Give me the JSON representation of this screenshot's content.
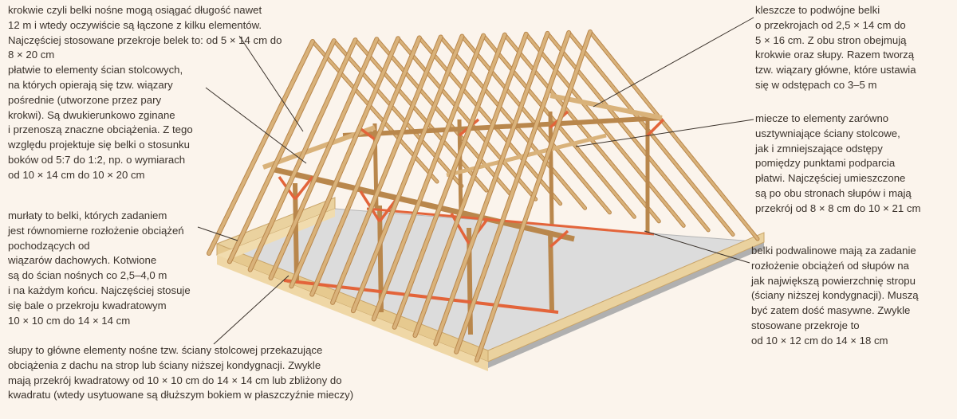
{
  "colors": {
    "background": "#fbf4ec",
    "timber": "#d9b27a",
    "timber_dark": "#b9874c",
    "brace": "#e3643a",
    "slab": "#c6c6c6",
    "wall": "#e9cf9d",
    "leader": "#3a322b"
  },
  "annotations": {
    "krokwie": {
      "lines": [
        "krokwie czyli belki nośne mogą osiągać długość nawet",
        "12 m i wtedy oczywiście są łączone z kilku elementów.",
        "Najczęściej stosowane przekroje belek to: od 5 × 14 cm do",
        "8 × 20 cm"
      ]
    },
    "platwie": {
      "lines": [
        "płatwie to elementy ścian stolcowych,",
        "na których opierają się tzw. wiązary",
        "pośrednie (utworzone przez pary",
        "krokwi). Są dwukierunkowo zginane",
        "i przenoszą znaczne obciążenia. Z tego",
        "względu projektuje się belki o stosunku",
        "boków od 5:7 do 1:2, np. o wymiarach",
        "od 10 × 14 cm do 10 × 20 cm"
      ]
    },
    "murlaty": {
      "lines": [
        "murłaty to belki, których zadaniem",
        "jest równomierne rozłożenie obciążeń",
        "pochodzących od",
        "wiązarów dachowych. Kotwione",
        "są do ścian nośnych co 2,5–4,0 m",
        "i na każdym końcu. Najczęściej stosuje",
        "się bale o przekroju kwadratowym",
        "10 × 10 cm do 14 × 14 cm"
      ]
    },
    "slupy": {
      "lines": [
        "słupy to główne elementy nośne tzw. ściany stolcowej przekazujące",
        "obciążenia z dachu na strop lub ściany niższej kondygnacji. Zwykle",
        "mają przekrój kwadratowy od 10 × 10 cm do 14 × 14 cm lub zbliżony do",
        "kwadratu (wtedy usytuowane są dłuższym bokiem w płaszczyźnie mieczy)"
      ]
    },
    "kleszcze": {
      "lines": [
        "kleszcze to podwójne belki",
        "o przekrojach od 2,5 × 14 cm do",
        "5 × 16 cm. Z obu stron obejmują",
        "krokwie oraz słupy. Razem tworzą",
        "tzw. wiązary główne, które ustawia",
        "się w odstępach co 3–5 m"
      ]
    },
    "miecze": {
      "lines": [
        "miecze to elementy zarówno",
        "usztywniające ściany stolcowe,",
        "jak i zmniejszające odstępy",
        "pomiędzy punktami podparcia",
        "płatwi. Najczęściej umieszczone",
        "są po obu stronach słupów i mają",
        "przekrój od 8 × 8 cm do 10 × 21 cm"
      ]
    },
    "podwaliny": {
      "lines": [
        "belki podwalinowe mają za zadanie",
        "rozłożenie obciążeń od słupów na",
        "jak największą powierzchnię stropu",
        "(ściany niższej kondygnacji). Muszą",
        "być zatem dość masywne. Zwykle",
        "stosowane przekroje to",
        "od 10 × 12 cm do 14 × 18 cm"
      ]
    }
  }
}
